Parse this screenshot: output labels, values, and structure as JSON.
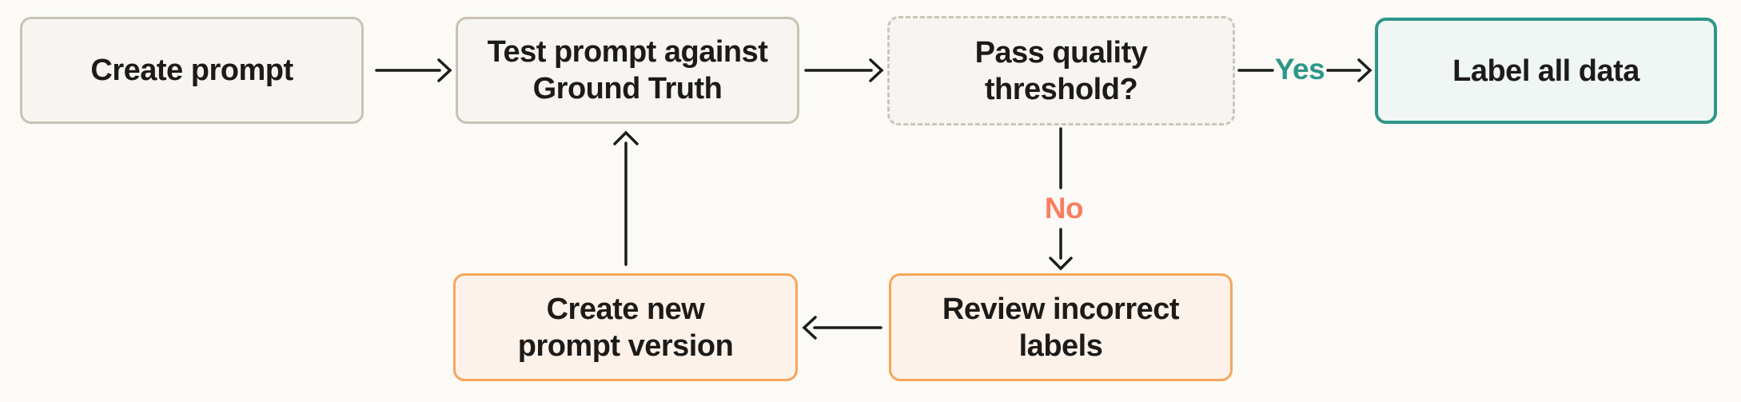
{
  "diagram": {
    "type": "flowchart",
    "nodes": [
      {
        "id": "create-prompt",
        "label": "Create prompt",
        "style": "neutral"
      },
      {
        "id": "test-prompt",
        "label": [
          "Test prompt against",
          "Ground Truth"
        ],
        "style": "neutral"
      },
      {
        "id": "pass-quality-threshold",
        "label": [
          "Pass quality",
          "threshold?"
        ],
        "style": "decision-dashed"
      },
      {
        "id": "label-all-data",
        "label": "Label all data",
        "style": "success-teal"
      },
      {
        "id": "review-incorrect-labels",
        "label": [
          "Review incorrect",
          "labels"
        ],
        "style": "action-orange"
      },
      {
        "id": "create-new-prompt-version",
        "label": [
          "Create new",
          "prompt version"
        ],
        "style": "action-orange"
      }
    ],
    "edges": [
      {
        "from": "create-prompt",
        "to": "test-prompt",
        "label": ""
      },
      {
        "from": "test-prompt",
        "to": "pass-quality-threshold",
        "label": ""
      },
      {
        "from": "pass-quality-threshold",
        "to": "label-all-data",
        "label": "Yes"
      },
      {
        "from": "pass-quality-threshold",
        "to": "review-incorrect-labels",
        "label": "No"
      },
      {
        "from": "review-incorrect-labels",
        "to": "create-new-prompt-version",
        "label": ""
      },
      {
        "from": "create-new-prompt-version",
        "to": "test-prompt",
        "label": ""
      }
    ],
    "colors": {
      "background": "#fbfaf6",
      "node_fill_neutral": "#f6f5f1",
      "node_border_neutral": "#c9c2b5",
      "node_border_dashed": "#ccc6ba",
      "node_fill_teal": "#eff6f4",
      "node_border_teal": "#2e9688",
      "node_fill_orange": "#fdf2ea",
      "node_border_orange": "#f6a55b",
      "label_yes": "#2e9688",
      "label_no": "#f97e61",
      "text": "#1d1b19",
      "arrow": "#1c1c1c"
    }
  }
}
